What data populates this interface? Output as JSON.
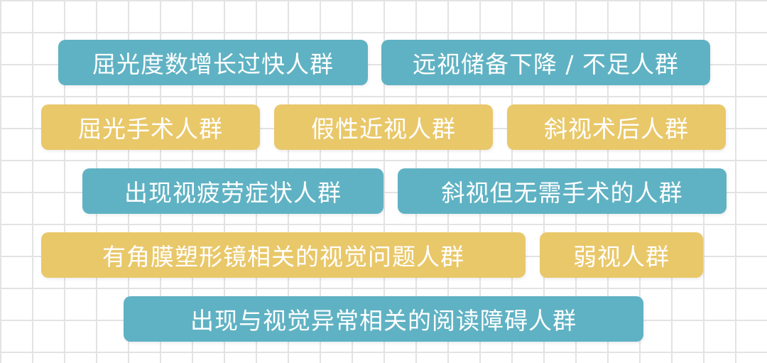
{
  "colors": {
    "teal": "#5fb2c3",
    "yellow": "#e9c86a",
    "grid": "#e3e3e3",
    "text": "#ffffff"
  },
  "tags": [
    {
      "label": "屈光度数增长过快人群",
      "color": "teal"
    },
    {
      "label": "远视储备下降 / 不足人群",
      "color": "teal"
    },
    {
      "label": "屈光手术人群",
      "color": "yellow"
    },
    {
      "label": "假性近视人群",
      "color": "yellow"
    },
    {
      "label": "斜视术后人群",
      "color": "yellow"
    },
    {
      "label": "出现视疲劳症状人群",
      "color": "teal"
    },
    {
      "label": "斜视但无需手术的人群",
      "color": "teal"
    },
    {
      "label": "有角膜塑形镜相关的视觉问题人群",
      "color": "yellow"
    },
    {
      "label": "弱视人群",
      "color": "yellow"
    },
    {
      "label": "出现与视觉异常相关的阅读障碍人群",
      "color": "teal"
    }
  ]
}
